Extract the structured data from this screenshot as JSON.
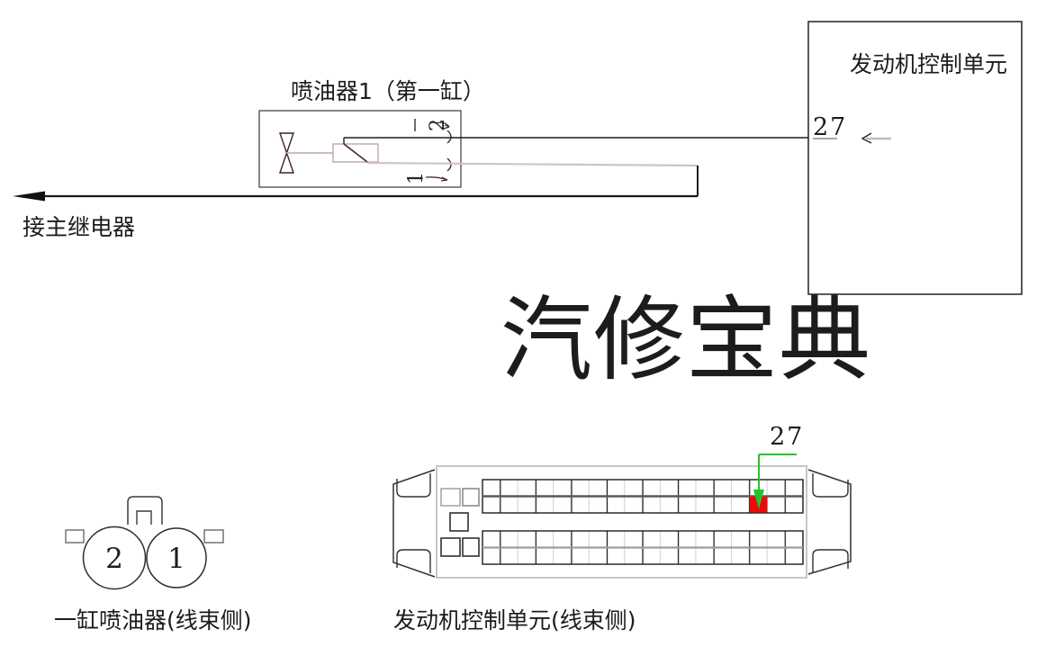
{
  "watermark": "汽修宝典",
  "schematic": {
    "injector_title": "喷油器1（第一缸）",
    "injector_pin_top": "2",
    "injector_pin_bottom": "1",
    "relay_label": "接主继电器",
    "ecu_title": "发动机控制单元",
    "ecu_pin": "27"
  },
  "connectors": {
    "injector": {
      "caption": "一缸喷油器(线束侧)",
      "pin_left": "2",
      "pin_right": "1"
    },
    "ecu": {
      "caption": "发动机控制单元(线束侧)",
      "pin_label": "27"
    }
  },
  "colors": {
    "highlight_red": "#ea0b0b",
    "leader_green": "#22c32a",
    "wire_gray": "#d2c4c2",
    "wire_black": "#1d1d1d",
    "watermark_gray": "#f3f0f1"
  }
}
